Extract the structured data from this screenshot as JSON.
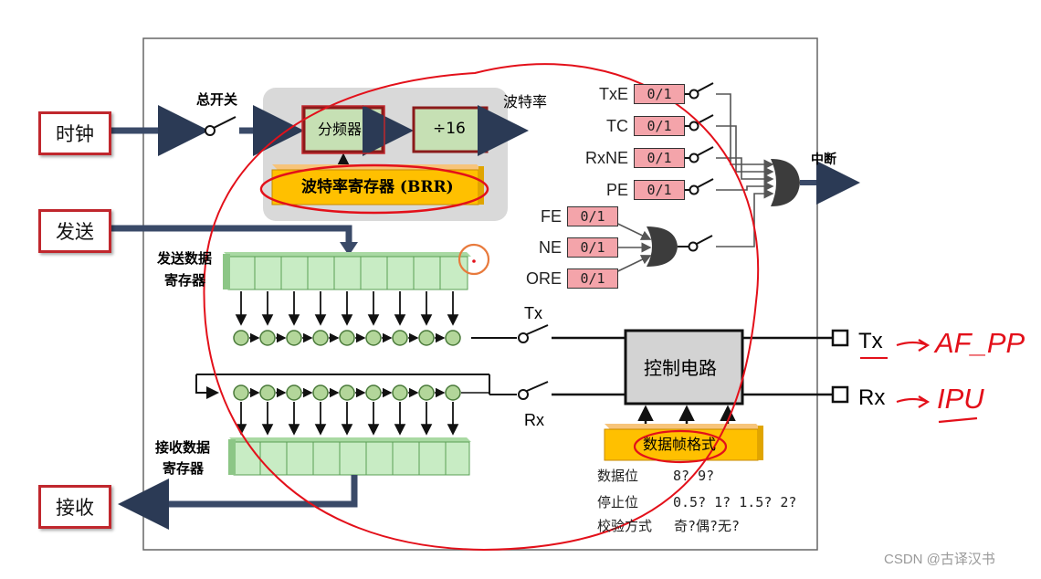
{
  "external": {
    "clock": "时钟",
    "send": "发送",
    "receive": "接收"
  },
  "baud": {
    "master_switch": "总开关",
    "divider": "分频器",
    "div16": "÷16",
    "baud_rate": "波特率",
    "brr": "波特率寄存器 (BRR)"
  },
  "flags": [
    {
      "name": "TxE",
      "value": "0/1"
    },
    {
      "name": "TC",
      "value": "0/1"
    },
    {
      "name": "RxNE",
      "value": "0/1"
    },
    {
      "name": "PE",
      "value": "0/1"
    },
    {
      "name": "FE",
      "value": "0/1"
    },
    {
      "name": "NE",
      "value": "0/1"
    },
    {
      "name": "ORE",
      "value": "0/1"
    }
  ],
  "interrupt": "中断",
  "tx_data_register": {
    "line1": "发送数据",
    "line2": "寄存器"
  },
  "rx_data_register": {
    "line1": "接收数据",
    "line2": "寄存器"
  },
  "tx_switch": "Tx",
  "rx_switch": "Rx",
  "control_circuit": "控制电路",
  "frame_format": "数据帧格式",
  "frame_info": [
    {
      "label": "数据位",
      "value": "8? 9?"
    },
    {
      "label": "停止位",
      "value": "0.5? 1? 1.5? 2?"
    },
    {
      "label": "校验方式",
      "value": "奇?偶?无?"
    }
  ],
  "pins": {
    "tx": "Tx",
    "rx": "Rx"
  },
  "annotations": {
    "tx_mode": "AF_PP",
    "rx_mode": "IPU"
  },
  "watermark": "CSDN @古译汉书"
}
